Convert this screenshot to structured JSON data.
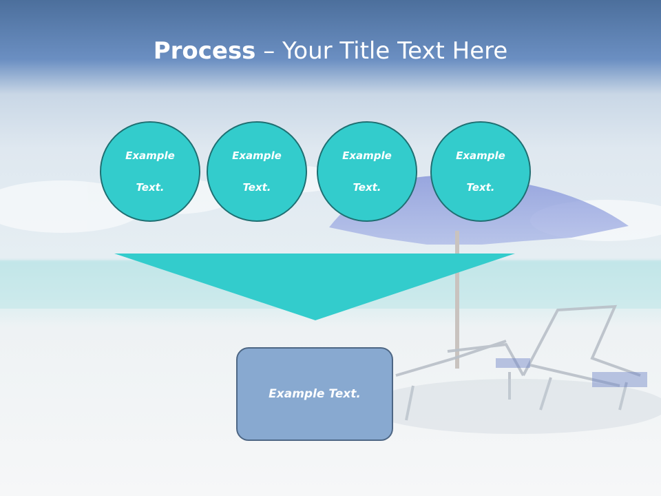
{
  "slide": {
    "title_bold": "Process",
    "title_rest": " – Your Title Text Here"
  },
  "circles": [
    {
      "line1": "Example",
      "line2": "Text."
    },
    {
      "line1": "Example",
      "line2": "Text."
    },
    {
      "line1": "Example",
      "line2": "Text."
    },
    {
      "line1": "Example",
      "line2": "Text."
    }
  ],
  "box": {
    "label": "Example Text."
  },
  "colors": {
    "circle_fill": "#33cccc",
    "circle_border": "#1f6f72",
    "funnel_fill": "#33cccc",
    "box_fill": "#88a9d0",
    "box_border": "#4d6684",
    "header_blue": "#5b82b4"
  }
}
